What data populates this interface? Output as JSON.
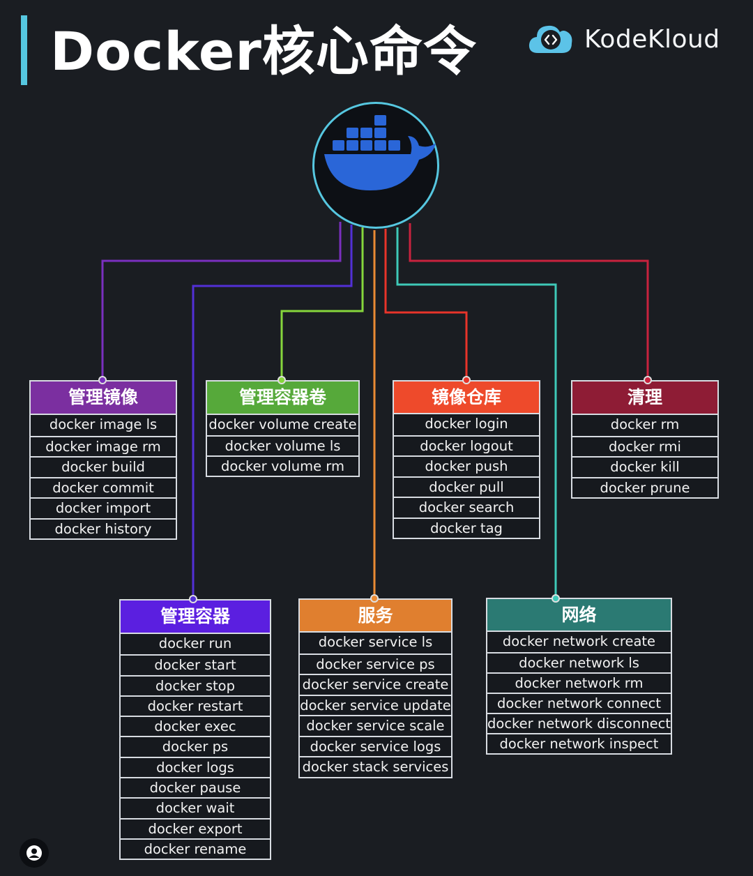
{
  "title": "Docker核心命令",
  "brand": {
    "name": "KodeKloud",
    "icon": "kodekloud-cloud-logo-icon",
    "color": "#5cc3e8"
  },
  "center_icon": "docker-whale-icon",
  "groups": [
    {
      "id": "manage-images",
      "title": "管理镜像",
      "color": "#7b2fa0",
      "items": [
        "docker image ls",
        "docker image rm",
        "docker build",
        "docker commit",
        "docker import",
        "docker history"
      ]
    },
    {
      "id": "manage-volumes",
      "title": "管理容器卷",
      "color": "#56a93a",
      "items": [
        "docker volume create",
        "docker volume ls",
        "docker volume rm"
      ]
    },
    {
      "id": "registry",
      "title": "镜像仓库",
      "color": "#ee4a2b",
      "items": [
        "docker login",
        "docker logout",
        "docker push",
        "docker pull",
        "docker search",
        "docker tag"
      ]
    },
    {
      "id": "cleanup",
      "title": "清理",
      "color": "#8e1c35",
      "items": [
        "docker rm",
        "docker rmi",
        "docker kill",
        "docker prune"
      ]
    },
    {
      "id": "manage-containers",
      "title": "管理容器",
      "color": "#5b1fe0",
      "items": [
        "docker run",
        "docker start",
        "docker stop",
        "docker restart",
        "docker exec",
        "docker ps",
        "docker logs",
        "docker pause",
        "docker wait",
        "docker export",
        "docker rename"
      ]
    },
    {
      "id": "services",
      "title": "服务",
      "color": "#e07f2f",
      "items": [
        "docker service ls",
        "docker service ps",
        "docker service create",
        "docker service update",
        "docker service scale",
        "docker service logs",
        "docker stack services"
      ]
    },
    {
      "id": "network",
      "title": "网络",
      "color": "#2b7a73",
      "items": [
        "docker network create",
        "docker network ls",
        "docker network rm",
        "docker network connect",
        "docker network disconnect",
        "docker network inspect"
      ]
    }
  ],
  "connector_colors": {
    "manage-images": "#7a2fbf",
    "manage-volumes": "#86d63c",
    "registry": "#e8342a",
    "cleanup": "#c8223e",
    "manage-containers": "#5230d6",
    "services": "#ea8a34",
    "network": "#3ec9b8"
  },
  "user_icon": "user-avatar-icon"
}
